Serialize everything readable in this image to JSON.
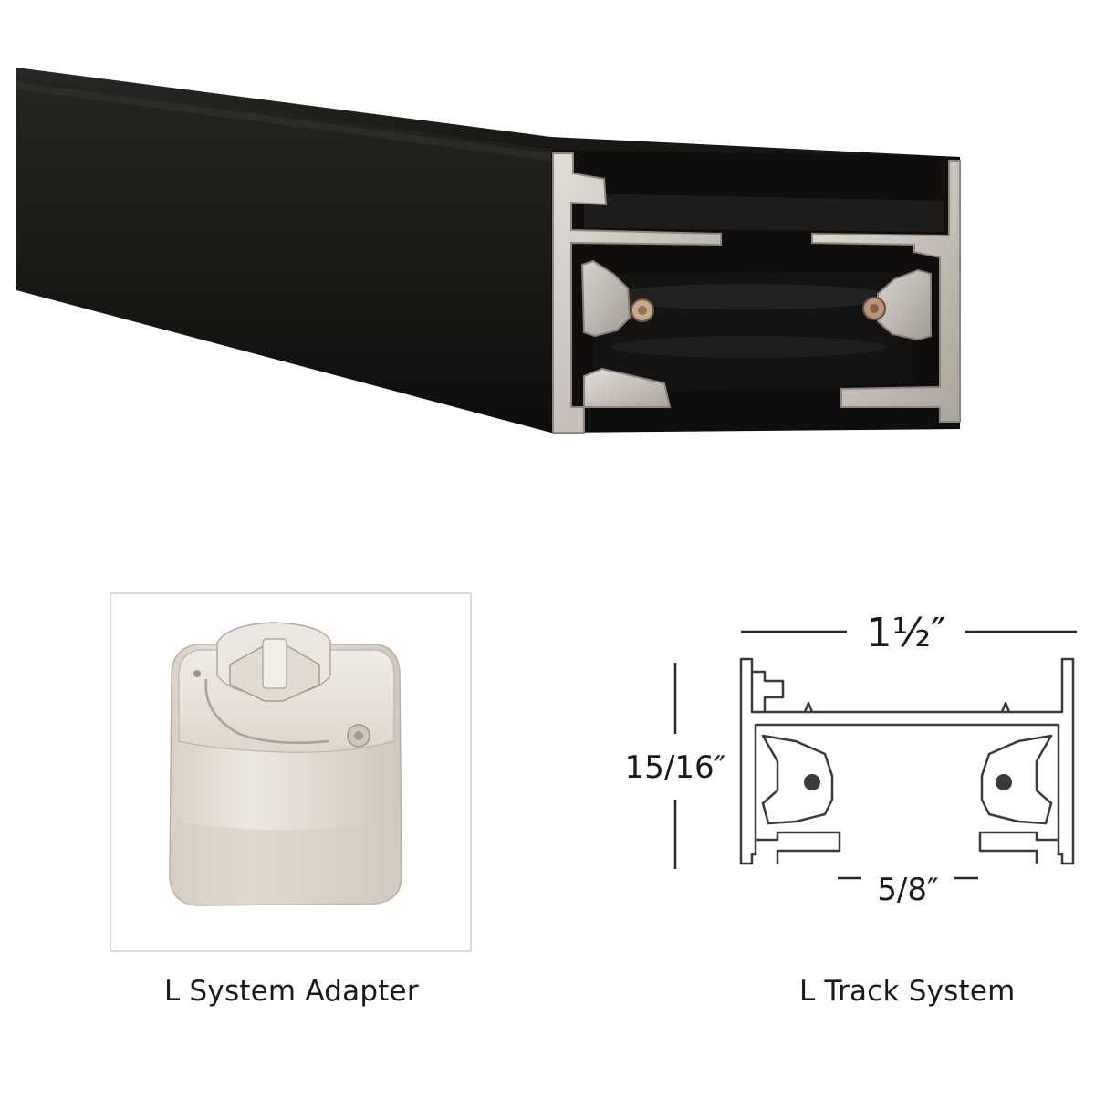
{
  "captions": {
    "adapter": "L System Adapter",
    "track": "L Track System"
  },
  "dimensions": {
    "width": "1½″",
    "height": "15/16″",
    "opening": "5/8″"
  },
  "colors": {
    "track_body": "#1b1a18",
    "aluminum": "#cfcac3",
    "adapter": "#e6e0d8",
    "line": "#3a3a3a"
  },
  "icons": {
    "track": "track-rail-icon",
    "adapter": "track-adapter-icon",
    "profile": "track-cross-section-icon"
  }
}
